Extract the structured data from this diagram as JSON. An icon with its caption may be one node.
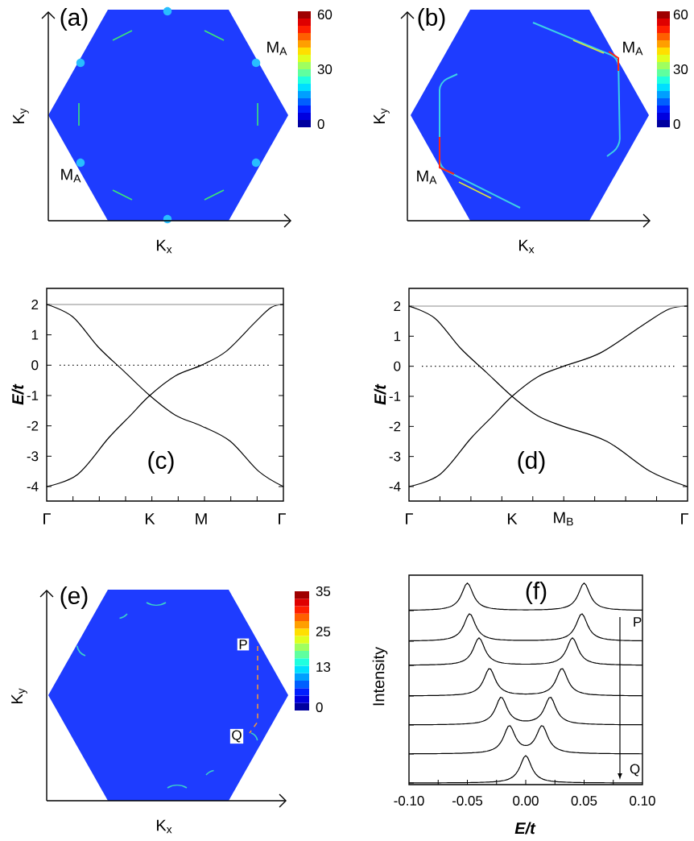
{
  "diagram": {
    "labels": [
      "(a)",
      "K$_{y}$",
      "K$_{x}$",
      "M$_{A}$",
      "M$_{A}$",
      "60",
      "30",
      "0",
      "(b)",
      "K$_{y}$",
      "K$_{x}$",
      "M$_{A}$",
      "M$_{A}$",
      "60",
      "30",
      "0",
      "E/t",
      "2",
      "1",
      "0",
      "-1",
      "-2",
      "-3",
      "-4",
      "(c)",
      "Γ",
      "K",
      "M",
      "Γ",
      "E/t",
      "2",
      "1",
      "0",
      "-1",
      "-2",
      "-3",
      "-4",
      "(d)",
      "Γ",
      "K",
      "M$_{B}$",
      "Γ",
      "(e)",
      "K$_{y}$",
      "K$_{x}$",
      "P",
      "Q",
      "35",
      "25",
      "13",
      "0",
      "(f)",
      "Intensity",
      "P",
      "Q",
      "-0.10",
      "-0.05",
      "0.00",
      "0.05",
      "0.10",
      "E/t"
    ]
  }
}
